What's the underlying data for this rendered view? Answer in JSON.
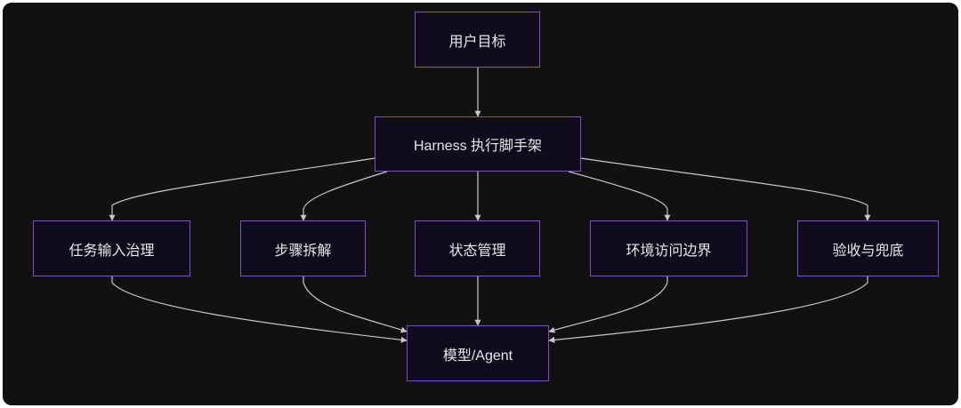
{
  "diagram": {
    "nodes": {
      "goal": "用户目标",
      "harness": "Harness 执行脚手架",
      "task": "任务输入治理",
      "steps": "步骤拆解",
      "state": "状态管理",
      "env": "环境访问边界",
      "accept": "验收与兜底",
      "model": "模型/Agent"
    },
    "edges": [
      [
        "goal",
        "harness"
      ],
      [
        "harness",
        "task"
      ],
      [
        "harness",
        "steps"
      ],
      [
        "harness",
        "state"
      ],
      [
        "harness",
        "env"
      ],
      [
        "harness",
        "accept"
      ],
      [
        "task",
        "model"
      ],
      [
        "steps",
        "model"
      ],
      [
        "state",
        "model"
      ],
      [
        "env",
        "model"
      ],
      [
        "accept",
        "model"
      ]
    ],
    "colors": {
      "background": "#111111",
      "node_fill": "#100c1e",
      "node_border": "#7a4fc9",
      "edge": "#c8c8c8",
      "text": "#e6e6e6"
    }
  }
}
